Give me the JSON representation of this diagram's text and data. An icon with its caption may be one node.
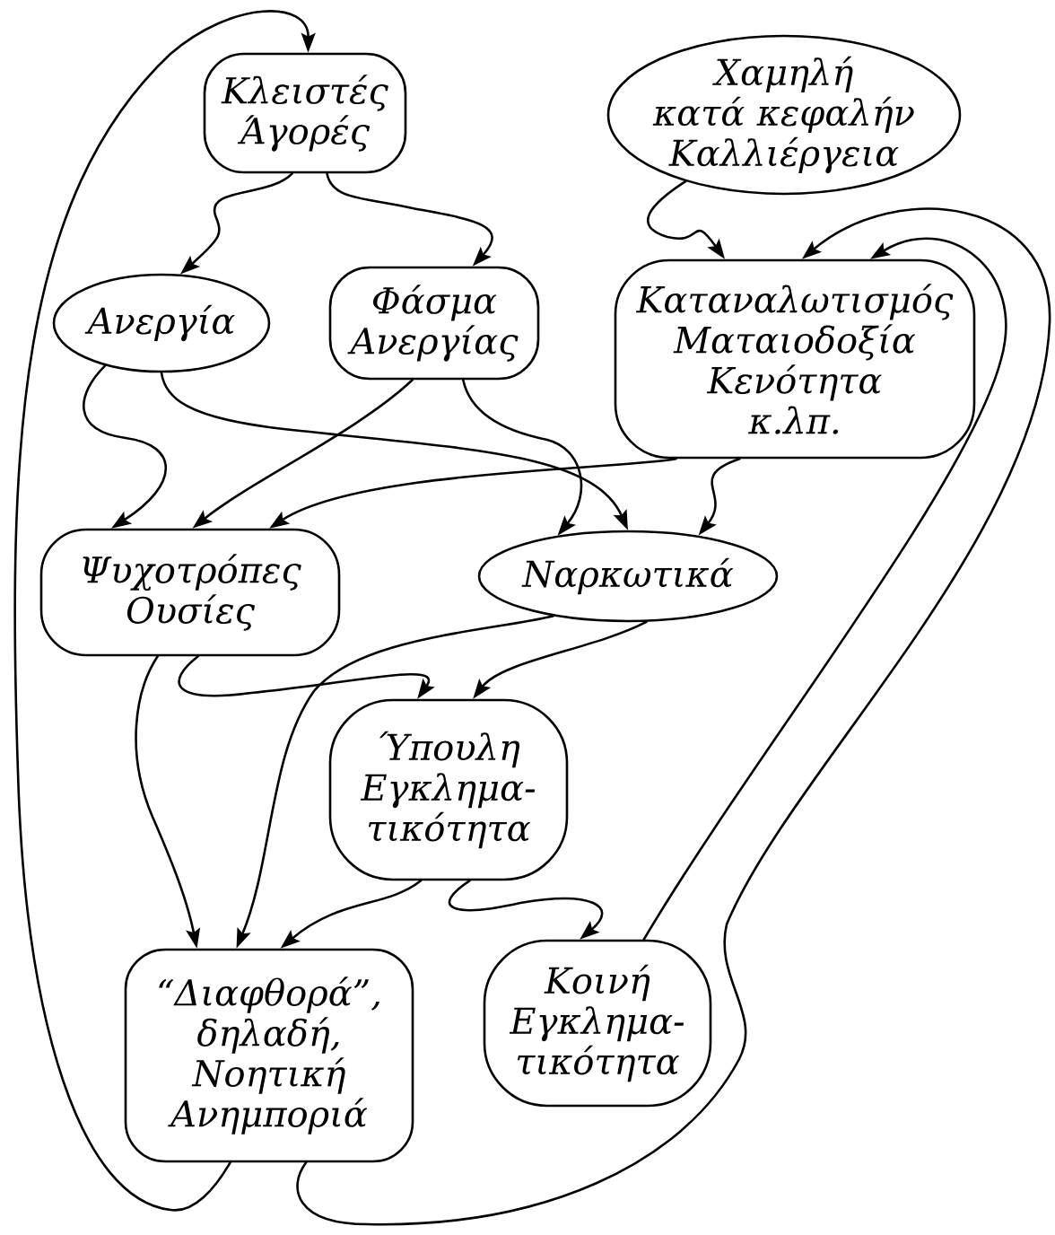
{
  "diagram": {
    "nodes": [
      {
        "text": [
          "Κλειστές Άγορές"
        ]
      },
      {
        "text": [
          "Χαμηλή κατά κεφαλήν Καλλιέργεια"
        ]
      },
      {
        "text": [
          "Ανεργία"
        ]
      },
      {
        "text": [
          "Φάσμα Ανεργίας"
        ]
      },
      {
        "text": [
          "Καταναλωτισμός Ματαιοδοξία Κενότητα κ.λπ."
        ]
      },
      {
        "text": [
          "Ψυχοτρόπες Ουσίες"
        ]
      },
      {
        "text": [
          "Ναρκωτικά"
        ]
      },
      {
        "text": [
          "Ύπουλη Εγκλημα- τικότητα"
        ]
      },
      {
        "text": [
          "“Διαφθορά”, δηλαδή, Νοητική Ανημποριά"
        ]
      },
      {
        "text": [
          "Κοινή Εγκλημα- τικότητα"
        ]
      }
    ],
    "edges": [
      {
        "from": 8,
        "to": 0,
        "arrow": "to"
      },
      {
        "from": 0,
        "to": 2,
        "arrow": "to"
      },
      {
        "from": 0,
        "to": 3,
        "arrow": "to"
      },
      {
        "from": 1,
        "to": 4,
        "arrow": "to"
      },
      {
        "from": 8,
        "to": 4,
        "arrow": "to"
      },
      {
        "from": 9,
        "to": 4,
        "arrow": "to"
      },
      {
        "from": 2,
        "to": 5,
        "arrow": "to"
      },
      {
        "from": 3,
        "to": 5,
        "arrow": "to"
      },
      {
        "from": 4,
        "to": 5,
        "arrow": "to"
      },
      {
        "from": 2,
        "to": 6,
        "arrow": "to"
      },
      {
        "from": 3,
        "to": 6,
        "arrow": "to"
      },
      {
        "from": 4,
        "to": 6,
        "arrow": "to"
      },
      {
        "from": 5,
        "to": 7,
        "arrow": "to"
      },
      {
        "from": 6,
        "to": 7,
        "arrow": "to"
      },
      {
        "from": 5,
        "to": 8,
        "arrow": "to"
      },
      {
        "from": 6,
        "to": 8,
        "arrow": "to"
      },
      {
        "from": 7,
        "to": 8,
        "arrow": "to"
      },
      {
        "from": 7,
        "to": 9,
        "arrow": "to"
      }
    ]
  }
}
